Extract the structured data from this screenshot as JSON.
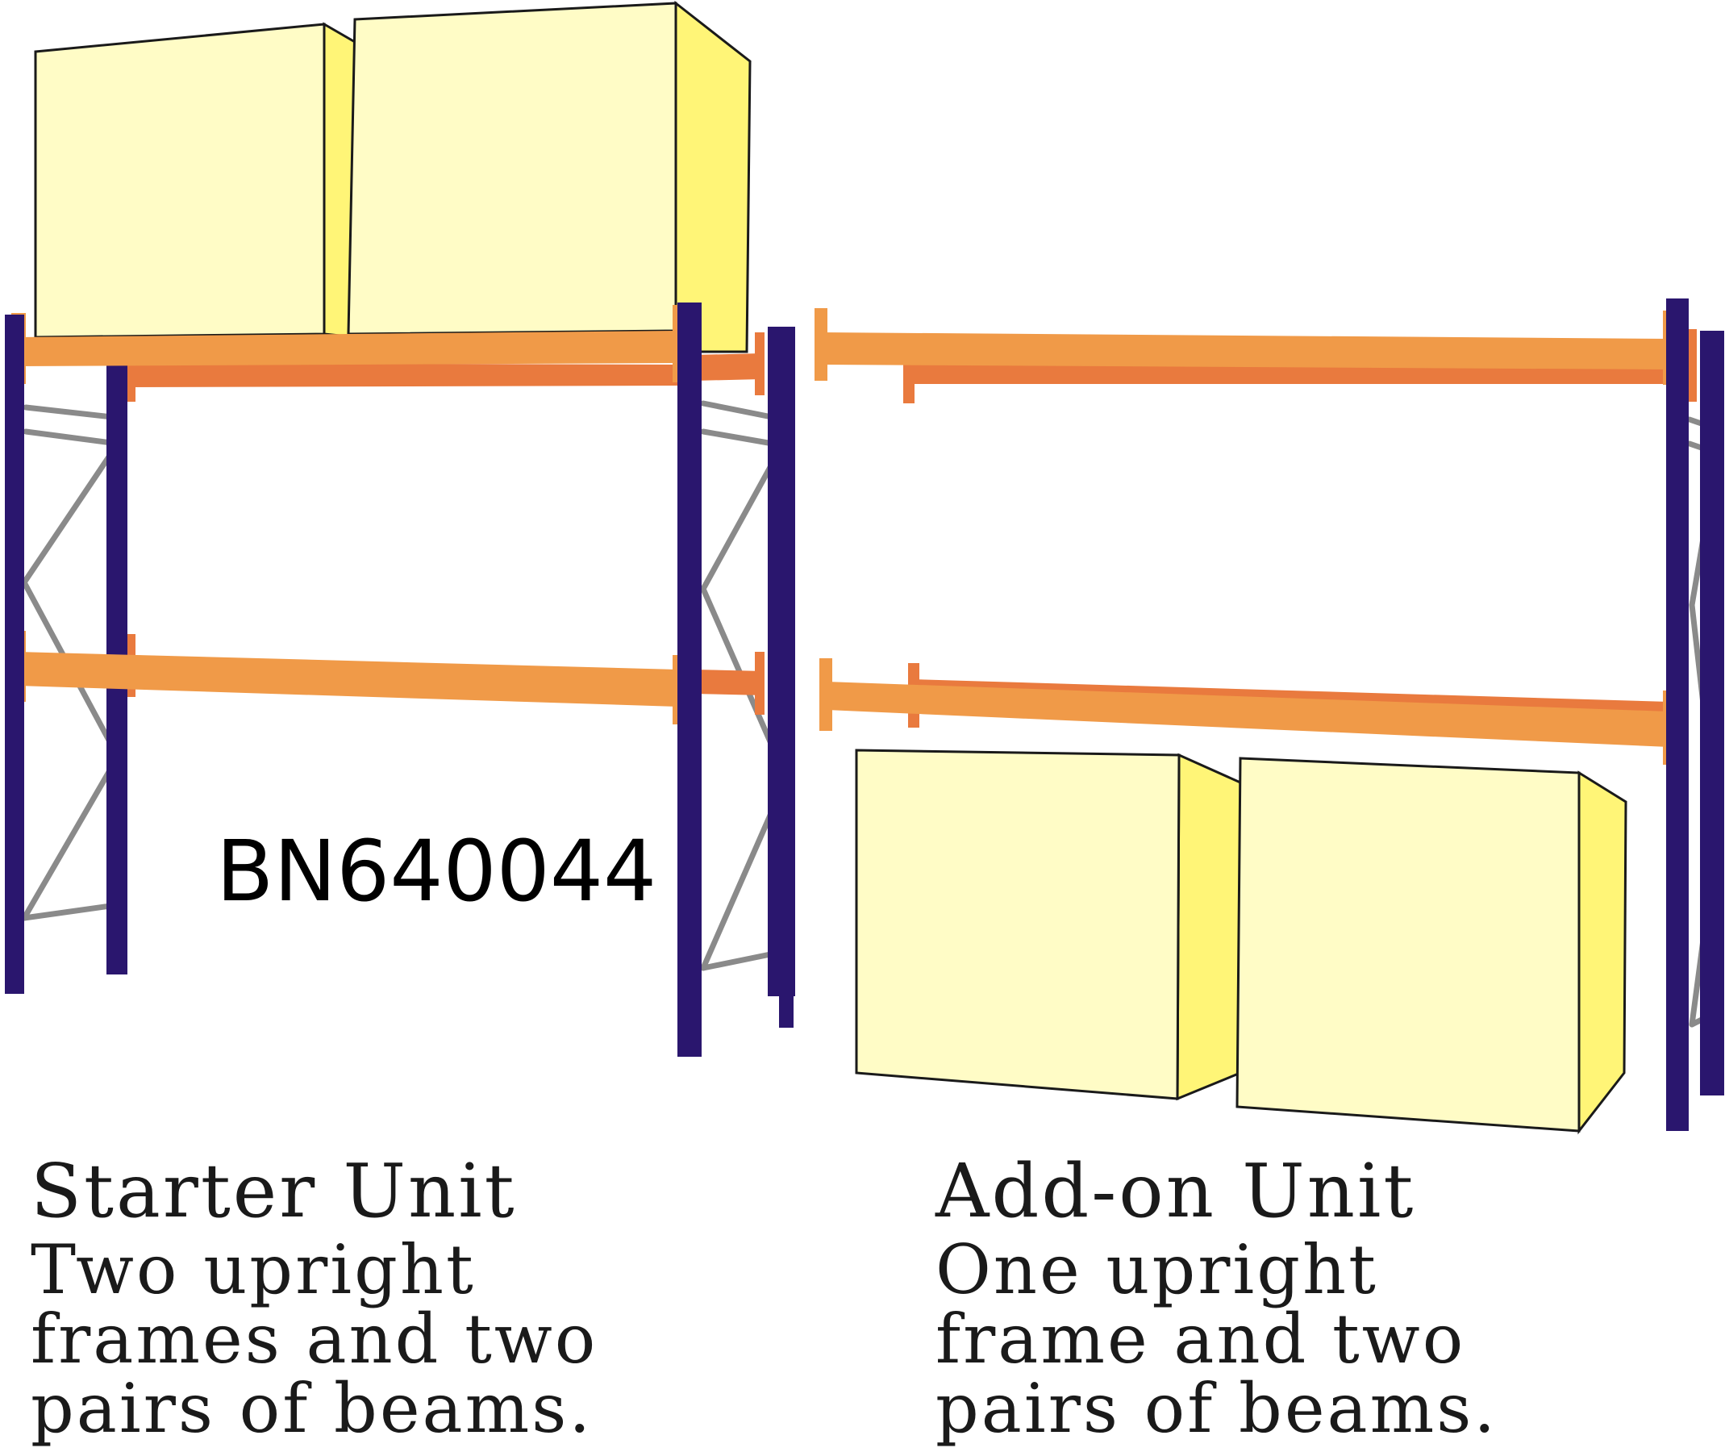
{
  "product_code": "BN640044",
  "starter_unit": {
    "title": "Starter Unit",
    "lines": [
      "Two upright",
      "frames and two",
      "pairs of beams."
    ]
  },
  "addon_unit": {
    "title": "Add-on Unit",
    "lines": [
      "One upright",
      "frame and two",
      "pairs of beams."
    ]
  },
  "colors": {
    "upright": "#2a166e",
    "beam_front": "#f09a48",
    "beam_back": "#e97a3e",
    "box_face": "#fffcc6",
    "box_side": "#fff577",
    "bracing": "#8a8a8a"
  }
}
